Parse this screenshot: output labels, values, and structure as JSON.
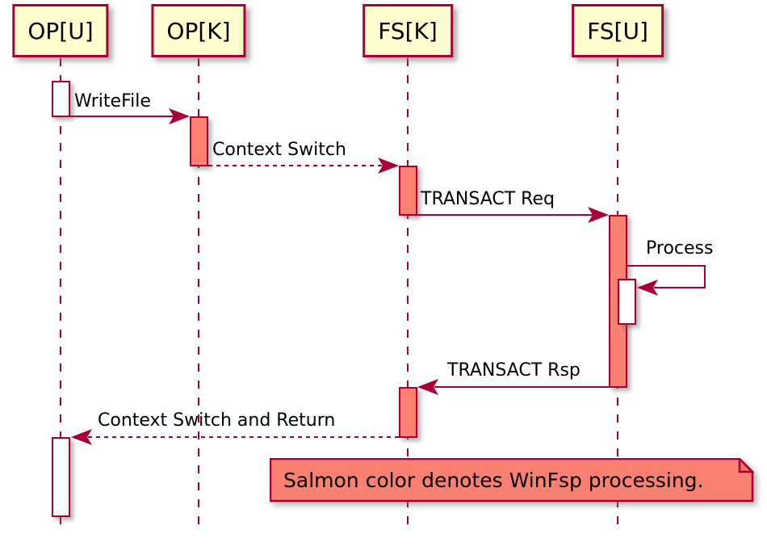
{
  "diagram": {
    "type": "sequence-diagram",
    "background": "#ffffff",
    "colors": {
      "participant_fill": "#fefece",
      "stroke": "#a80036",
      "activation_salmon": "#fa8072",
      "activation_white": "#ffffff",
      "note_fill": "#fa8072",
      "note_fold_fill": "#ee7162",
      "text": "#000000"
    },
    "participants": [
      {
        "label": "OP[U]"
      },
      {
        "label": "OP[K]"
      },
      {
        "label": "FS[K]"
      },
      {
        "label": "FS[U]"
      }
    ],
    "messages": [
      {
        "label": "WriteFile",
        "from": "OP[U]",
        "to": "OP[K]",
        "style": "solid"
      },
      {
        "label": "Context Switch",
        "from": "OP[K]",
        "to": "FS[K]",
        "style": "dashed"
      },
      {
        "label": "TRANSACT Req",
        "from": "FS[K]",
        "to": "FS[U]",
        "style": "solid"
      },
      {
        "label": "Process",
        "from": "FS[U]",
        "to": "FS[U]",
        "style": "self"
      },
      {
        "label": "TRANSACT Rsp",
        "from": "FS[U]",
        "to": "FS[K]",
        "style": "solid"
      },
      {
        "label": "Context Switch and Return",
        "from": "FS[K]",
        "to": "OP[U]",
        "style": "dashed"
      }
    ],
    "note": {
      "text": "Salmon color denotes WinFsp processing."
    }
  }
}
